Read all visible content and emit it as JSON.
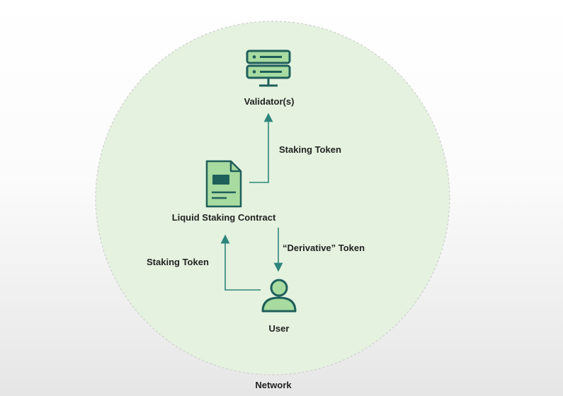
{
  "diagram": {
    "colors": {
      "network_fill": "#e4f2df",
      "network_border": "#cfcfcf",
      "icon_dark": "#1f5f5a",
      "icon_accent": "#a8dba0",
      "arrow": "#2f857c",
      "text": "#222222"
    },
    "nodes": {
      "validator": {
        "label": "Validator(s)",
        "icon": "server-icon"
      },
      "contract": {
        "label": "Liquid Staking Contract",
        "icon": "document-icon"
      },
      "user": {
        "label": "User",
        "icon": "user-icon"
      }
    },
    "edges": {
      "contract_to_validator": "Staking Token",
      "contract_to_user": "“Derivative” Token",
      "user_to_contract": "Staking Token"
    },
    "network_label": "Network"
  }
}
